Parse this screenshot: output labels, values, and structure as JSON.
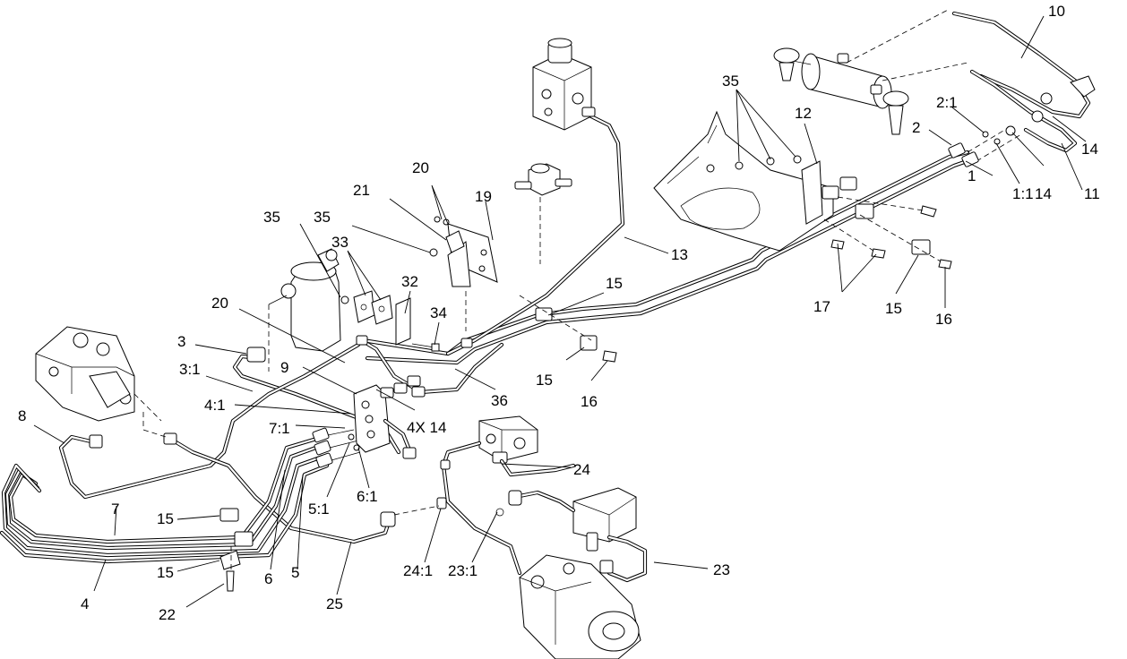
{
  "labels": {
    "l10": "10",
    "l35a": "35",
    "l12": "12",
    "l2_1": "2:1",
    "l2": "2",
    "l14a": "14",
    "l14b": "14",
    "l1_1": "1:1",
    "l11": "11",
    "l1": "1",
    "l20a": "20",
    "l21": "21",
    "l19": "19",
    "l35b": "35",
    "l35c": "35",
    "l33": "33",
    "l13": "13",
    "l17": "17",
    "l15a": "15",
    "l16a": "16",
    "l20b": "20",
    "l32": "32",
    "l34": "34",
    "l15b": "15",
    "l16b": "16",
    "l3": "3",
    "l3_1": "3:1",
    "l9": "9",
    "l36": "36",
    "l4_1": "4:1",
    "l4x14": "4X 14",
    "l7_1": "7:1",
    "l8": "8",
    "l24": "24",
    "l6_1": "6:1",
    "l5_1": "5:1",
    "l7": "7",
    "l15c": "15",
    "l15d": "15",
    "l23": "23",
    "l24_1": "24:1",
    "l23_1": "23:1",
    "l6": "6",
    "l5": "5",
    "l4": "4",
    "l22": "22",
    "l25": "25",
    "l15e": "15"
  }
}
